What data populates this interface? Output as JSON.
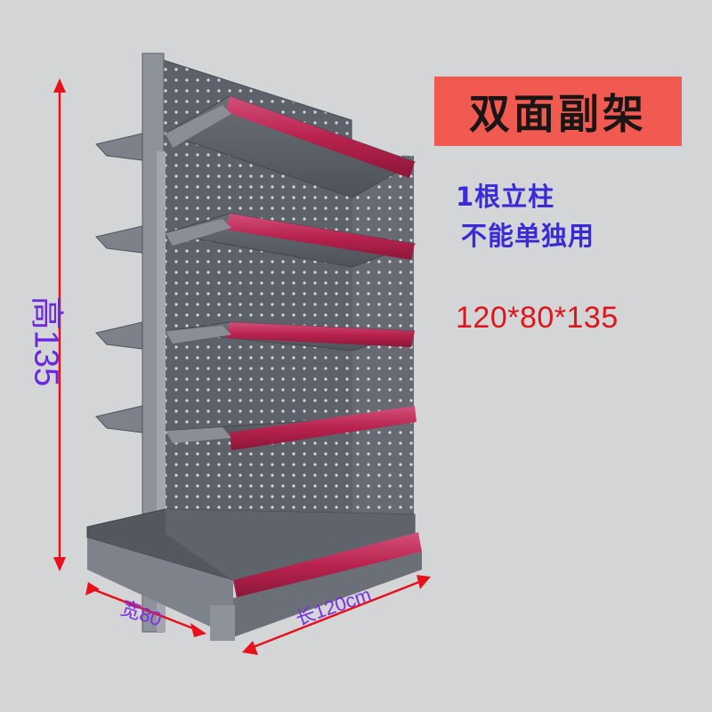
{
  "title": "双面副架",
  "info": {
    "line1": "1根立柱",
    "line2": "不能单独用",
    "dimensions": "120*80*135"
  },
  "labels": {
    "height": "高135",
    "width": "宽80",
    "length": "长120cm"
  },
  "colors": {
    "background": "#d4d5d7",
    "shelf_gray": "#5c6068",
    "price_strip": "#b8234e",
    "title_box": "#f05a50",
    "arrow_red": "#e8101a",
    "info_text": "#3a2bd9",
    "dims_text": "#e0151c",
    "label_purple": "#6a28e0"
  }
}
